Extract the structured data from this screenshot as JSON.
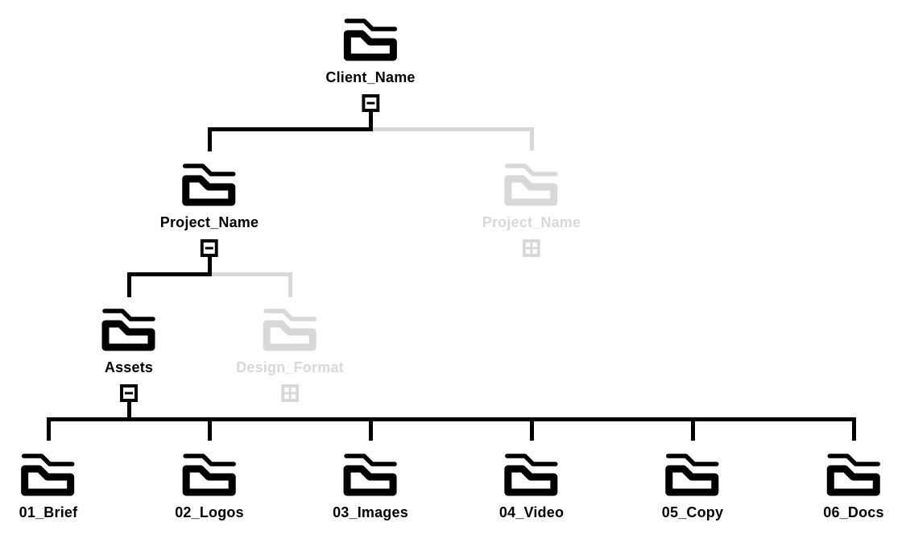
{
  "colors": {
    "active": "#000000",
    "inactive": "#d8d8d8"
  },
  "tree": {
    "root": {
      "label": "Client_Name",
      "state": "expanded"
    },
    "level1": [
      {
        "label": "Project_Name",
        "state": "expanded",
        "emphasis": "active"
      },
      {
        "label": "Project_Name",
        "state": "collapsed",
        "emphasis": "inactive"
      }
    ],
    "level2": [
      {
        "label": "Assets",
        "state": "expanded",
        "emphasis": "active"
      },
      {
        "label": "Design_Format",
        "state": "collapsed",
        "emphasis": "inactive"
      }
    ],
    "level3": [
      {
        "label": "01_Brief"
      },
      {
        "label": "02_Logos"
      },
      {
        "label": "03_Images"
      },
      {
        "label": "04_Video"
      },
      {
        "label": "05_Copy"
      },
      {
        "label": "06_Docs"
      }
    ]
  }
}
